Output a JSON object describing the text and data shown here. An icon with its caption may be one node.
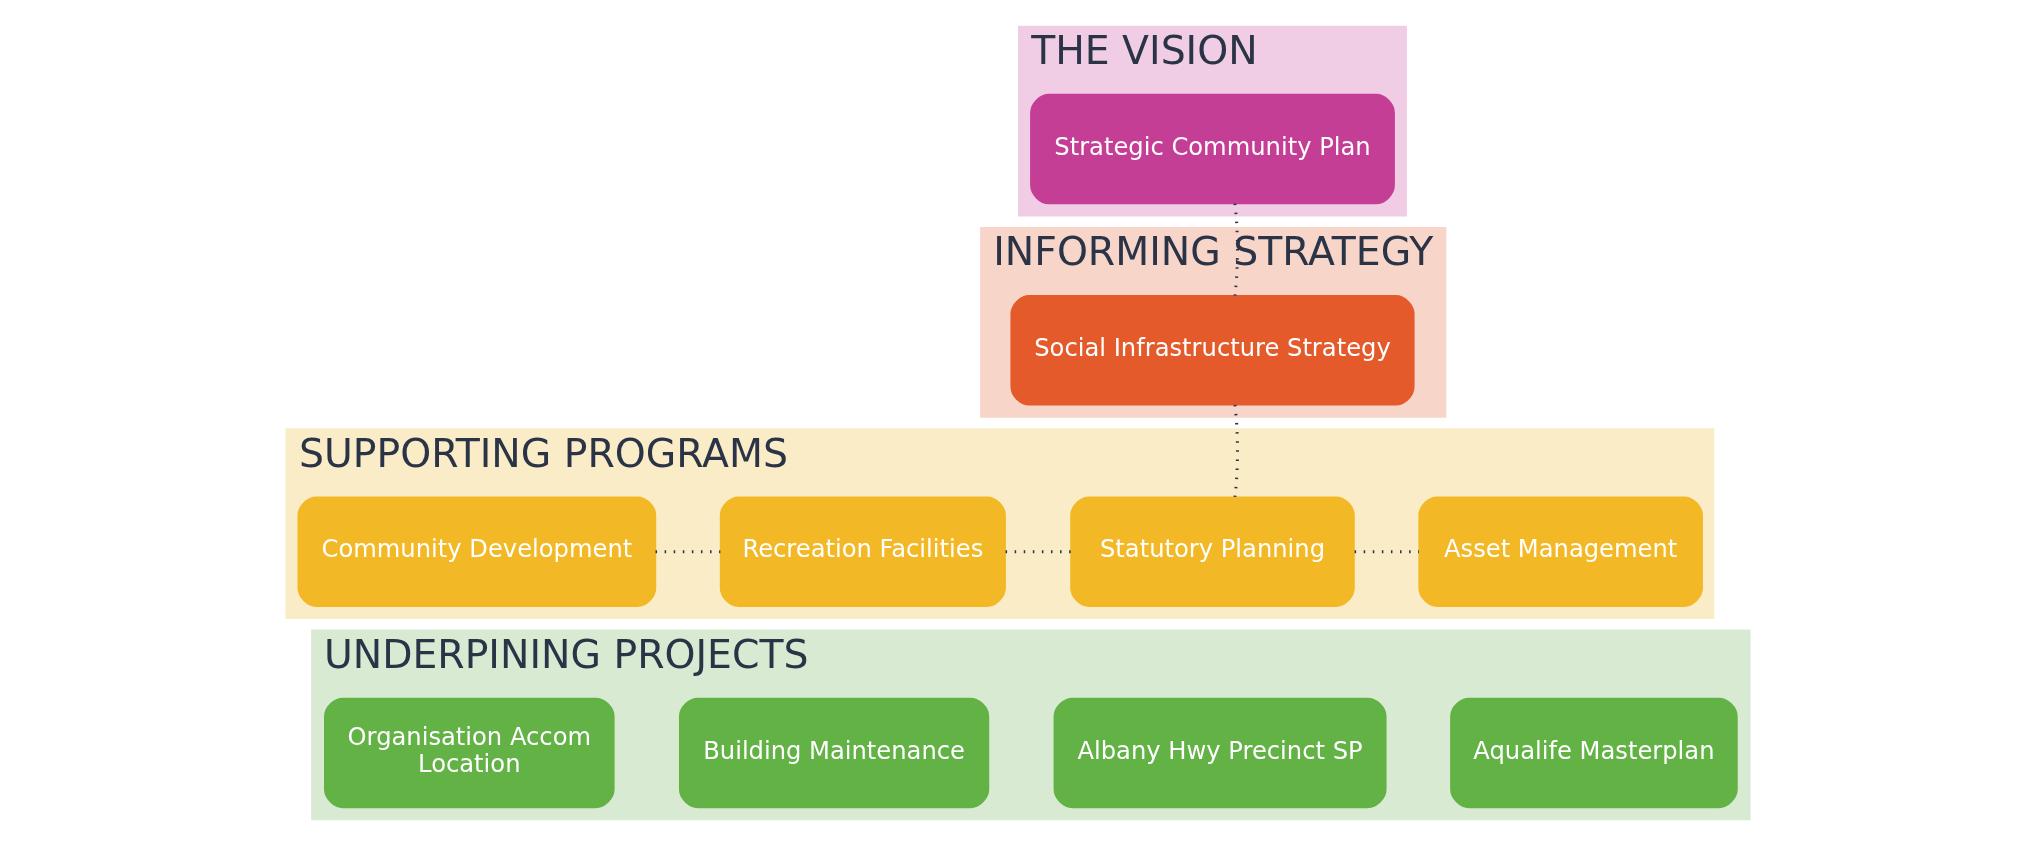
{
  "diagram": {
    "nodes": [
      {
        "text": [
          "THE VISION"
        ]
      },
      {
        "text": [
          "Strategic Community Plan"
        ],
        "in": 0
      },
      {
        "text": [
          "INFORMING STRATEGY"
        ]
      },
      {
        "text": [
          "Social Infrastructure Strategy"
        ],
        "in": 2
      },
      {
        "text": [
          "SUPPORTING PROGRAMS"
        ]
      },
      {
        "text": [
          "Community Development"
        ],
        "in": 4
      },
      {
        "text": [
          "Recreation Facilities"
        ],
        "in": 4
      },
      {
        "text": [
          "Statutory Planning"
        ],
        "in": 4
      },
      {
        "text": [
          "Asset Management"
        ],
        "in": 4
      },
      {
        "text": [
          "UNDERPINING PROJECTS"
        ]
      },
      {
        "text": [
          "Organisation Accom",
          "Location"
        ],
        "in": 9
      },
      {
        "text": [
          "Building Maintenance"
        ],
        "in": 9
      },
      {
        "text": [
          "Albany Hwy Precinct SP"
        ],
        "in": 9
      },
      {
        "text": [
          "Aqualife Masterplan"
        ],
        "in": 9
      }
    ],
    "edges": [
      {
        "from": 1,
        "to": 3,
        "arrow": "none"
      },
      {
        "from": 3,
        "to": 7,
        "arrow": "none"
      },
      {
        "from": 5,
        "to": 6,
        "arrow": "none"
      },
      {
        "from": 6,
        "to": 7,
        "arrow": "none"
      },
      {
        "from": 7,
        "to": 8,
        "arrow": "none"
      }
    ]
  }
}
